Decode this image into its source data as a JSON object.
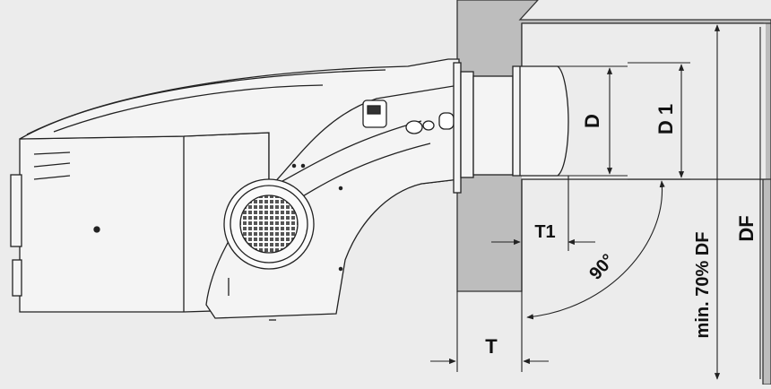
{
  "diagram": {
    "labels": {
      "D": "D",
      "D1": "D 1",
      "T1": "T1",
      "angle": "90°",
      "T": "T",
      "min_df": "min. 70% DF",
      "DF": "DF"
    },
    "colors": {
      "background": "#ececec",
      "wall": "#bfbfbf",
      "line": "#222222",
      "burner_body": "#f4f4f4"
    }
  }
}
